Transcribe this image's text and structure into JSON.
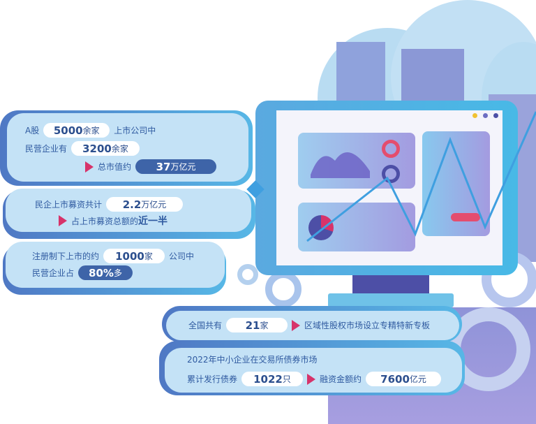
{
  "card1": {
    "prefix": "A股",
    "count": "5000",
    "count_unit": "余家",
    "suffix": "上市公司中",
    "private_label": "民营企业有",
    "private_count": "3200",
    "private_unit": "余家",
    "market_cap_label": "总市值约",
    "market_cap": "37",
    "market_cap_unit": "万亿元"
  },
  "card2": {
    "label": "民企上市募资共计",
    "amount": "2.2",
    "amount_unit": "万亿元",
    "share_label": "占上市募资总额的",
    "share_value": "近一半"
  },
  "card3": {
    "label": "注册制下上市的约",
    "count": "1000",
    "count_unit": "家",
    "suffix": "公司中",
    "private_label": "民营企业占",
    "share": "80%",
    "share_unit": "多"
  },
  "card4": {
    "label": "全国共有",
    "count": "21",
    "count_unit": "家",
    "desc": "区域性股权市场设立专精特新专板"
  },
  "card5": {
    "title": "2022年中小企业在交易所债券市场",
    "bonds_label": "累计发行债券",
    "bonds": "1022",
    "bonds_unit": "只",
    "financing_label": "融资金额约",
    "financing": "7600",
    "financing_unit": "亿元"
  },
  "colors": {
    "accent": "#d7336a",
    "card": "#c4e2f6",
    "dark": "#3e64a8"
  }
}
